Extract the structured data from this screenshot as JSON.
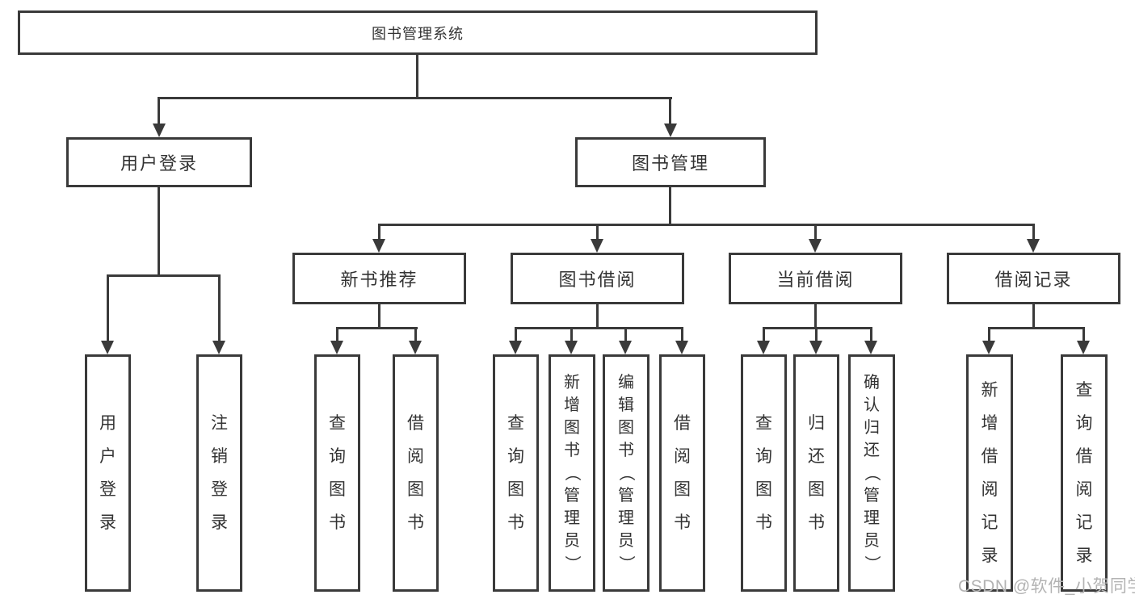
{
  "diagram_title": "图书管理系统",
  "hierarchy": {
    "root": "图书管理系统",
    "children": [
      {
        "label": "用户登录",
        "children": [
          "用户登录",
          "注销登录"
        ]
      },
      {
        "label": "图书管理",
        "children": [
          {
            "label": "新书推荐",
            "children": [
              "查询图书",
              "借阅图书"
            ]
          },
          {
            "label": "图书借阅",
            "children": [
              "查询图书",
              "新增图书（管理员）",
              "编辑图书（管理员）",
              "借阅图书"
            ]
          },
          {
            "label": "当前借阅",
            "children": [
              "查询图书",
              "归还图书",
              "确认归还（管理员）"
            ]
          },
          {
            "label": "借阅记录",
            "children": [
              "新增借阅记录",
              "查询借阅记录"
            ]
          }
        ]
      }
    ]
  },
  "watermark": "CSDN @软件_小贺同学",
  "colors": {
    "line": "#3a3a3a",
    "text": "#333333",
    "watermark": "#b3b3b3",
    "background": "#ffffff"
  }
}
